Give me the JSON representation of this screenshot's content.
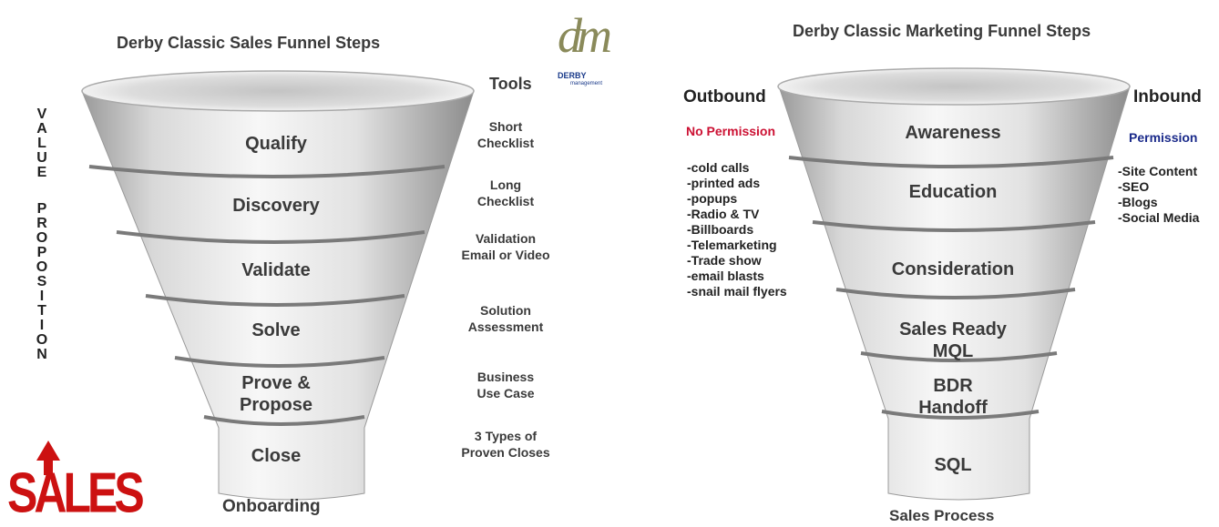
{
  "sales_funnel": {
    "title": "Derby Classic Sales Funnel Steps",
    "tools_heading": "Tools",
    "stages": [
      {
        "lines": [
          "Qualify"
        ],
        "tool": [
          "Short",
          "Checklist"
        ]
      },
      {
        "lines": [
          "Discovery"
        ],
        "tool": [
          "Long",
          "Checklist"
        ]
      },
      {
        "lines": [
          "Validate"
        ],
        "tool": [
          "Validation",
          "Email or Video"
        ]
      },
      {
        "lines": [
          "Solve"
        ],
        "tool": [
          "Solution",
          "Assessment"
        ]
      },
      {
        "lines": [
          "Prove &",
          "Propose"
        ],
        "tool": [
          "Business",
          "Use Case"
        ]
      },
      {
        "lines": [
          "Close"
        ],
        "tool": [
          "3 Types of",
          "Proven Closes"
        ]
      }
    ],
    "outlet_label": "Onboarding",
    "vertical_label_top": "VALUE",
    "vertical_label_bottom": "PROPOSITION",
    "sales_logo_text": "SALES"
  },
  "logo": {
    "mark": "dm",
    "name": "DERBY",
    "subname": "management"
  },
  "marketing_funnel": {
    "title": "Derby Classic Marketing Funnel Steps",
    "outbound": {
      "heading": "Outbound",
      "subheading": "No Permission",
      "subheading_color": "#cc1133",
      "items": [
        "-cold calls",
        "-printed ads",
        "-popups",
        "-Radio & TV",
        "-Billboards",
        "-Telemarketing",
        "-Trade show",
        "-email blasts",
        "-snail mail flyers"
      ]
    },
    "inbound": {
      "heading": "Inbound",
      "subheading": "Permission",
      "subheading_color": "#1a2a8a",
      "items": [
        "-Site Content",
        "-SEO",
        "-Blogs",
        "-Social Media"
      ]
    },
    "stages": [
      {
        "lines": [
          "Awareness"
        ]
      },
      {
        "lines": [
          "Education"
        ]
      },
      {
        "lines": [
          "Consideration"
        ]
      },
      {
        "lines": [
          "Sales Ready",
          "MQL"
        ]
      },
      {
        "lines": [
          "BDR",
          "Handoff"
        ]
      },
      {
        "lines": [
          "SQL"
        ]
      }
    ],
    "outlet_label": "Sales Process"
  }
}
